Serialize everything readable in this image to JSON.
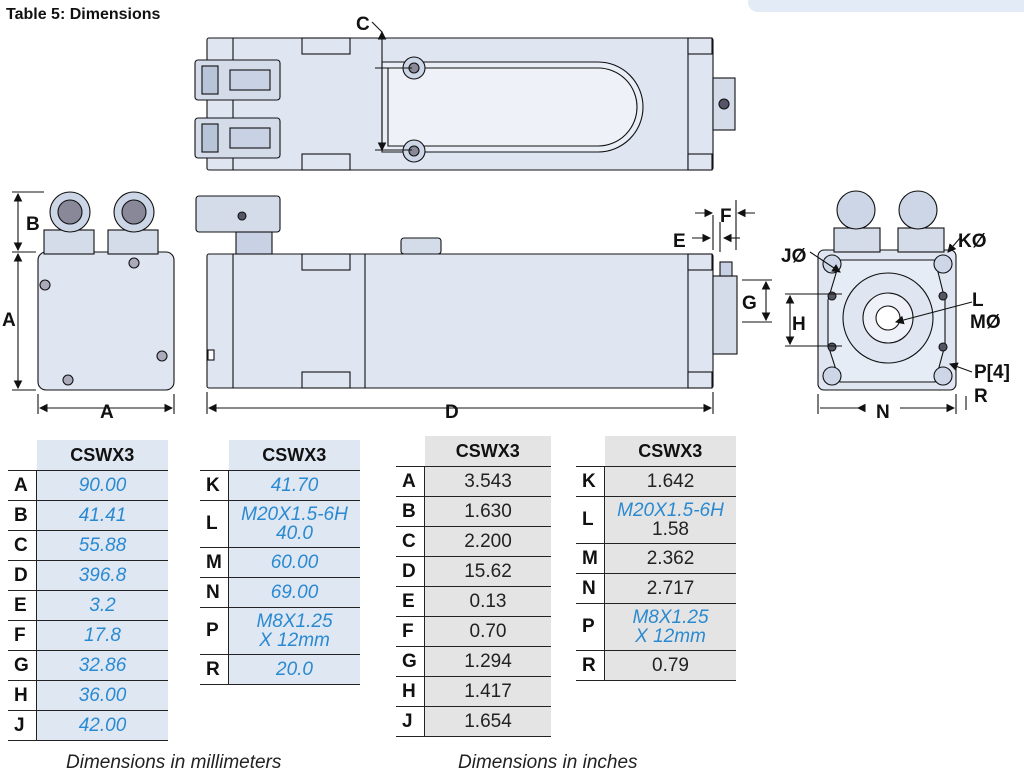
{
  "title": "Table 5: Dimensions",
  "drawing_labels": {
    "A_left": "A",
    "A_bottom": "A",
    "B": "B",
    "C": "C",
    "D": "D",
    "E": "E",
    "F": "F",
    "G": "G",
    "H": "H",
    "J": "JØ",
    "K": "KØ",
    "L": "L",
    "M": "MØ",
    "P": "P[4]",
    "R": "R",
    "N": "N"
  },
  "tables": {
    "mm": {
      "header": "CSWX3",
      "left": [
        {
          "key": "A",
          "value": "90.00"
        },
        {
          "key": "B",
          "value": "41.41"
        },
        {
          "key": "C",
          "value": "55.88"
        },
        {
          "key": "D",
          "value": "396.8"
        },
        {
          "key": "E",
          "value": "3.2"
        },
        {
          "key": "F",
          "value": "17.8"
        },
        {
          "key": "G",
          "value": "32.86"
        },
        {
          "key": "H",
          "value": "36.00"
        },
        {
          "key": "J",
          "value": "42.00"
        }
      ],
      "right": [
        {
          "key": "K",
          "value": "41.70"
        },
        {
          "key": "L",
          "value1": "M20X1.5-6H",
          "value2": "40.0"
        },
        {
          "key": "M",
          "value": "60.00"
        },
        {
          "key": "N",
          "value": "69.00"
        },
        {
          "key": "P",
          "value1": "M8X1.25",
          "value2": "X 12mm"
        },
        {
          "key": "R",
          "value": "20.0"
        }
      ],
      "caption": "Dimensions in millimeters"
    },
    "in": {
      "header": "CSWX3",
      "left": [
        {
          "key": "A",
          "value": "3.543"
        },
        {
          "key": "B",
          "value": "1.630"
        },
        {
          "key": "C",
          "value": "2.200"
        },
        {
          "key": "D",
          "value": "15.62"
        },
        {
          "key": "E",
          "value": "0.13"
        },
        {
          "key": "F",
          "value": "0.70"
        },
        {
          "key": "G",
          "value": "1.294"
        },
        {
          "key": "H",
          "value": "1.417"
        },
        {
          "key": "J",
          "value": "1.654"
        }
      ],
      "right": [
        {
          "key": "K",
          "value": "1.642"
        },
        {
          "key": "L",
          "value1": "M20X1.5-6H",
          "value2": "1.58"
        },
        {
          "key": "M",
          "value": "2.362"
        },
        {
          "key": "N",
          "value": "2.717"
        },
        {
          "key": "P",
          "value1": "M8X1.25",
          "value2": "X 12mm"
        },
        {
          "key": "R",
          "value": "0.79"
        }
      ],
      "caption": "Dimensions in inches"
    }
  }
}
